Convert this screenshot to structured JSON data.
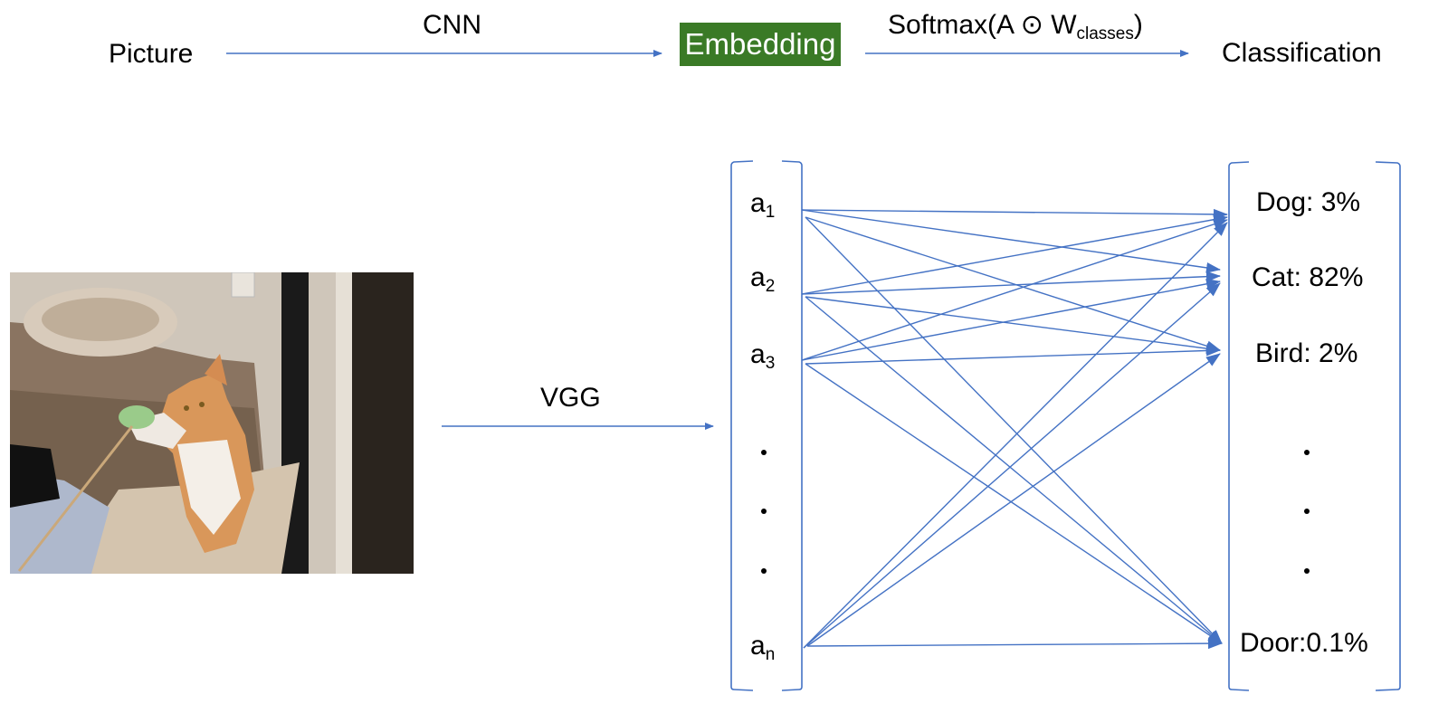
{
  "header": {
    "picture_label": "Picture",
    "cnn_label": "CNN",
    "embedding_label": "Embedding",
    "softmax_label_main": "Softmax(A ⊙ W",
    "softmax_label_sub": "classes",
    "softmax_label_close": ")",
    "classification_label": "Classification"
  },
  "main": {
    "vgg_label": "VGG",
    "image_description": "Orange and white cat playing with a green feather toy on a cat tree",
    "embedding_vector": [
      {
        "base": "a",
        "sub": "1"
      },
      {
        "base": "a",
        "sub": "2"
      },
      {
        "base": "a",
        "sub": "3"
      },
      {
        "base": "a",
        "sub": "n"
      }
    ],
    "classes": [
      {
        "label": "Dog: 3%",
        "name": "Dog",
        "probability_pct": 3
      },
      {
        "label": "Cat: 82%",
        "name": "Cat",
        "probability_pct": 82
      },
      {
        "label": "Bird: 2%",
        "name": "Bird",
        "probability_pct": 2
      },
      {
        "label": "Door:0.1%",
        "name": "Door",
        "probability_pct": 0.1
      }
    ],
    "connections": [
      {
        "from": "a1",
        "to": "Dog"
      },
      {
        "from": "a1",
        "to": "Cat"
      },
      {
        "from": "a1",
        "to": "Bird"
      },
      {
        "from": "a1",
        "to": "Door"
      },
      {
        "from": "a2",
        "to": "Dog"
      },
      {
        "from": "a2",
        "to": "Cat"
      },
      {
        "from": "a2",
        "to": "Bird"
      },
      {
        "from": "a2",
        "to": "Door"
      },
      {
        "from": "a3",
        "to": "Dog"
      },
      {
        "from": "a3",
        "to": "Cat"
      },
      {
        "from": "a3",
        "to": "Bird"
      },
      {
        "from": "a3",
        "to": "Door"
      },
      {
        "from": "an",
        "to": "Dog"
      },
      {
        "from": "an",
        "to": "Cat"
      },
      {
        "from": "an",
        "to": "Bird"
      },
      {
        "from": "an",
        "to": "Door"
      }
    ]
  },
  "colors": {
    "line": "#4472c4",
    "embedding_bg": "#3a7a26",
    "embedding_text": "#ffffff"
  }
}
